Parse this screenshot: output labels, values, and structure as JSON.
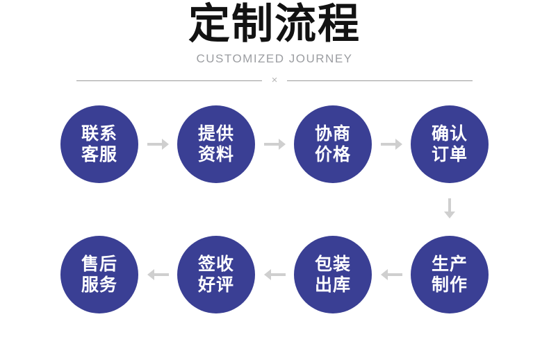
{
  "header": {
    "title": "定制流程",
    "subtitle": "CUSTOMIZED JOURNEY",
    "divider_mark": "×"
  },
  "flow": {
    "rows": [
      {
        "arrow_direction": "right",
        "steps": [
          {
            "line1": "联系",
            "line2": "客服"
          },
          {
            "line1": "提供",
            "line2": "资料"
          },
          {
            "line1": "协商",
            "line2": "价格"
          },
          {
            "line1": "确认",
            "line2": "订单"
          }
        ]
      },
      {
        "arrow_direction": "left",
        "steps": [
          {
            "line1": "售后",
            "line2": "服务"
          },
          {
            "line1": "签收",
            "line2": "好评"
          },
          {
            "line1": "包装",
            "line2": "出库"
          },
          {
            "line1": "生产",
            "line2": "制作"
          }
        ]
      }
    ],
    "icons": {
      "right_arrow": "→",
      "left_arrow": "←",
      "down_arrow": "↓"
    }
  },
  "colors": {
    "background": "#ffffff",
    "title": "#121212",
    "subtitle": "#9b9da1",
    "divider_line": "#9a9a9a",
    "divider_mark": "#b5b5b5",
    "step_circle": "#3a3f94",
    "step_text": "#ffffff",
    "arrow": "#cfcfcf"
  }
}
